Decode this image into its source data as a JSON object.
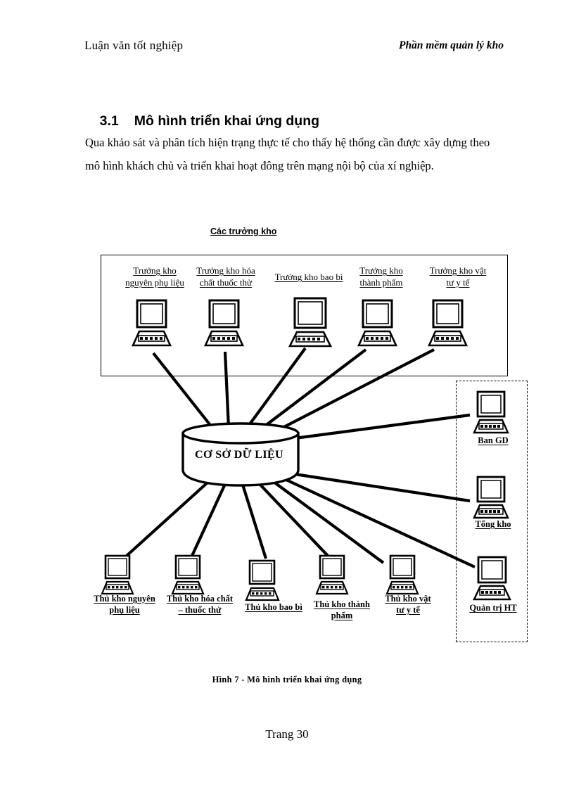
{
  "header": {
    "left": "Luận văn tốt nghiệp",
    "right": "Phần mềm quản lý kho"
  },
  "section": {
    "number": "3.1",
    "title": "Mô hình triển khai ứng dụng",
    "paragraph": "Qua khảo sát và phân tích hiện trạng thực tế cho thấy hệ thống cần được xây dựng theo mô hình khách chủ và triển khai hoạt đông trên mạng nội bộ của xí nghiệp."
  },
  "figure": {
    "group_title": "Các trưởng kho",
    "database_label": "CƠ SỞ DỮ LIỆU",
    "caption": "Hình 7 - Mô hình triển khai ứng dụng",
    "top_nodes": [
      {
        "label": "Trưởng kho\nnguyên phụ liệu",
        "icon": "computer-icon"
      },
      {
        "label": "Trưởng kho hóa\nchất thuốc thử",
        "icon": "computer-icon"
      },
      {
        "label": "Trưởng kho bao bì",
        "icon": "computer-icon"
      },
      {
        "label": "Trưởng kho\nthành phẩm",
        "icon": "computer-icon"
      },
      {
        "label": "Trưởng kho  vật\ntư y tế",
        "icon": "computer-icon"
      }
    ],
    "bottom_nodes": [
      {
        "label": "Thủ kho nguyên\nphụ liệu",
        "icon": "computer-icon"
      },
      {
        "label": "Thủ kho hóa chất\n– thuốc thử",
        "icon": "computer-icon"
      },
      {
        "label": "Thủ kho bao bì",
        "icon": "computer-icon"
      },
      {
        "label": "Thủ kho thành\nphẩm",
        "icon": "computer-icon"
      },
      {
        "label": "Thủ kho vật\ntư y tế",
        "icon": "computer-icon"
      }
    ],
    "right_nodes": [
      {
        "label": "Ban GD",
        "icon": "computer-icon"
      },
      {
        "label": "Tổng kho",
        "icon": "computer-icon"
      },
      {
        "label": "Quản trị HT",
        "icon": "computer-icon"
      }
    ]
  },
  "footer": {
    "page": "Trang 30"
  },
  "colors": {
    "ink": "#000000",
    "paper": "#ffffff"
  }
}
